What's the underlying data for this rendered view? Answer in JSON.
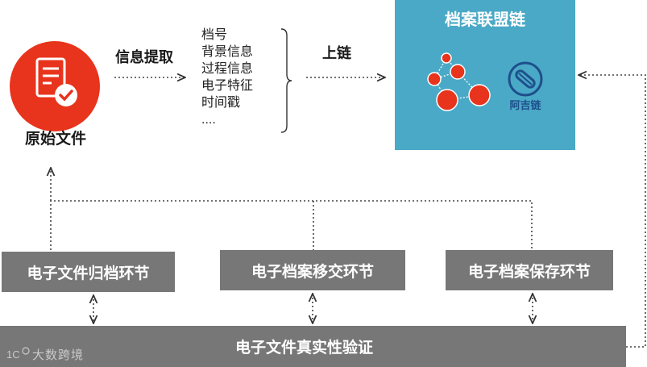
{
  "source": {
    "label": "原始文件",
    "icon": "document-check-icon"
  },
  "extract": {
    "label": "信息提取"
  },
  "fields": [
    "档号",
    "背景信息",
    "过程信息",
    "电子特征",
    "时间戳",
    "...."
  ],
  "uplink": {
    "label": "上链"
  },
  "chain": {
    "title": "档案联盟链",
    "sub_label": "阿吉链",
    "icons": [
      "network-nodes-icon",
      "chain-link-icon"
    ]
  },
  "stages": [
    {
      "label": "电子文件归档环节"
    },
    {
      "label": "电子档案移交环节"
    },
    {
      "label": "电子档案保存环节"
    }
  ],
  "verify": {
    "label": "电子文件真实性验证"
  },
  "watermark": {
    "text": "大数跨境"
  },
  "colors": {
    "red": "#e8341c",
    "chain_box": "#4aa9c6",
    "stage_box": "#777777"
  }
}
